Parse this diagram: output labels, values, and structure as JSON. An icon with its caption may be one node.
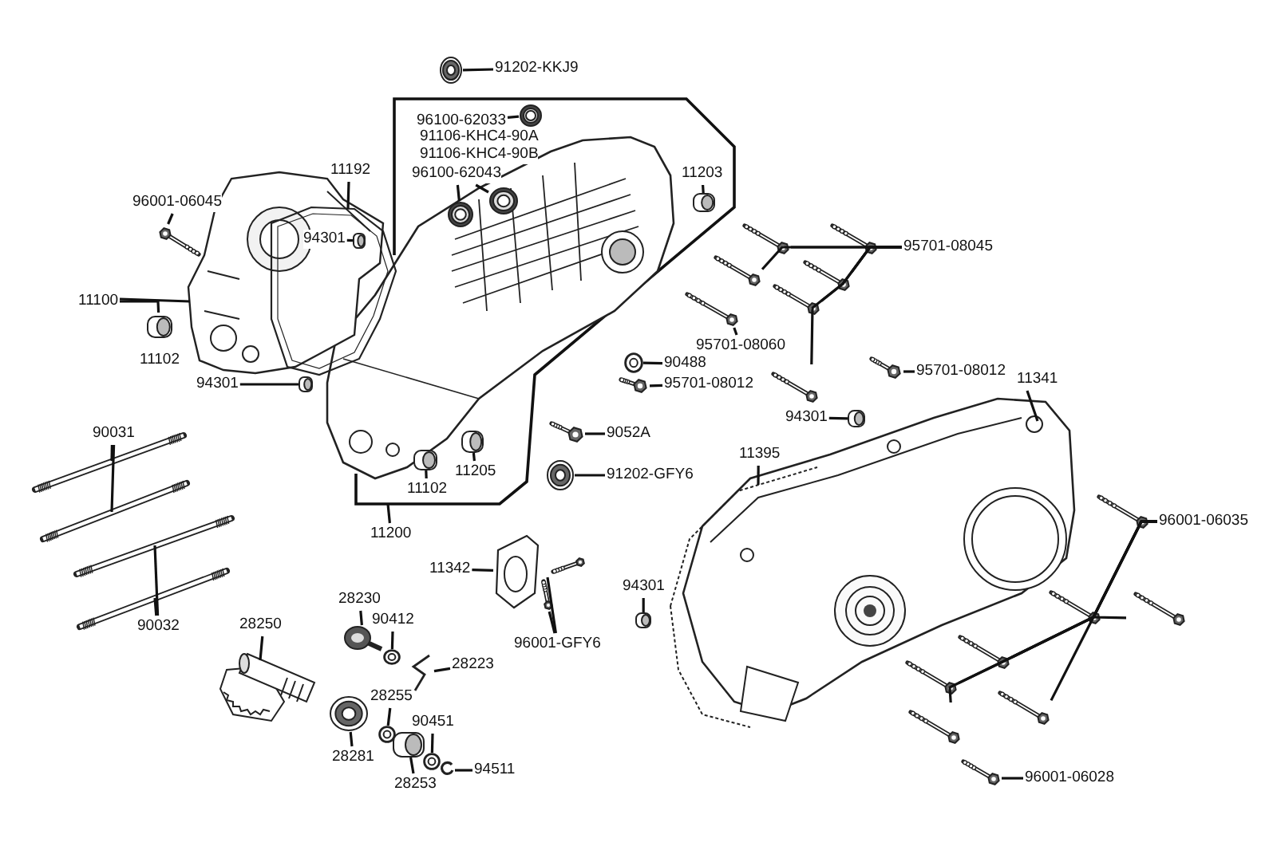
{
  "diagram": {
    "nodes": [
      {
        "text": [
          "91202-KKJ9"
        ]
      },
      {
        "text": [],
        "shape": "picture"
      },
      {
        "text": [
          "96100-62033"
        ]
      },
      {
        "text": [],
        "shape": "picture"
      },
      {
        "text": [
          "96100-62043"
        ]
      },
      {
        "text": [],
        "shape": "picture"
      },
      {
        "text": [],
        "shape": "picture"
      },
      {
        "text": [
          "11192"
        ]
      },
      {
        "text": [],
        "shape": "picture"
      },
      {
        "text": [
          "96001-06045"
        ]
      },
      {
        "text": [],
        "shape": "picture"
      },
      {
        "text": [
          "94301"
        ],
        "in": 8
      },
      {
        "text": [],
        "shape": "picture",
        "in": 8
      },
      {
        "text": [
          "11100"
        ]
      },
      {
        "text": [],
        "shape": "picture"
      },
      {
        "text": [
          "11102"
        ]
      },
      {
        "text": [
          "94301"
        ]
      },
      {
        "text": [],
        "shape": "picture"
      },
      {
        "text": [
          "11203"
        ]
      },
      {
        "text": [],
        "shape": "picture"
      },
      {
        "text": [
          "11205"
        ]
      },
      {
        "text": [],
        "shape": "picture"
      },
      {
        "text": [
          "11102"
        ]
      },
      {
        "text": [],
        "shape": "picture"
      },
      {
        "text": [
          "90031"
        ]
      },
      {
        "text": [],
        "shape": "picture"
      },
      {
        "text": [],
        "shape": "picture"
      },
      {
        "text": [],
        "shape": "picture"
      },
      {
        "text": [],
        "shape": "picture"
      },
      {
        "text": [
          "90032"
        ]
      },
      {
        "text": [
          "28250"
        ]
      },
      {
        "text": [],
        "shape": "picture"
      },
      {
        "text": [
          "28230"
        ]
      },
      {
        "text": [],
        "shape": "picture"
      },
      {
        "text": [
          "90412"
        ]
      },
      {
        "text": [],
        "shape": "picture"
      },
      {
        "text": [
          "28223"
        ]
      },
      {
        "text": [],
        "shape": "picture"
      },
      {
        "text": [
          "28255"
        ]
      },
      {
        "text": [],
        "shape": "picture"
      },
      {
        "text": [],
        "shape": "picture"
      },
      {
        "text": [
          "28281"
        ]
      },
      {
        "text": [
          "90451"
        ]
      },
      {
        "text": [],
        "shape": "picture"
      },
      {
        "text": [],
        "shape": "picture"
      },
      {
        "text": [
          "28253"
        ]
      },
      {
        "text": [
          "94511"
        ]
      },
      {
        "text": [],
        "shape": "picture"
      },
      {
        "text": [
          "11342"
        ]
      },
      {
        "text": [],
        "shape": "picture"
      },
      {
        "text": [
          "96001-GFY6"
        ]
      },
      {
        "text": [],
        "shape": "picture"
      },
      {
        "text": [],
        "shape": "picture"
      },
      {
        "text": [
          "94301"
        ]
      },
      {
        "text": [],
        "shape": "picture"
      },
      {
        "text": [
          "95701-08045"
        ]
      },
      {
        "text": [],
        "shape": "picture"
      },
      {
        "text": [],
        "shape": "picture"
      },
      {
        "text": [],
        "shape": "picture"
      },
      {
        "text": [],
        "shape": "picture"
      },
      {
        "text": [],
        "shape": "picture"
      },
      {
        "text": [],
        "shape": "picture"
      },
      {
        "text": [
          "95701-08060"
        ]
      },
      {
        "text": [],
        "shape": "picture"
      },
      {
        "text": [
          "90488"
        ]
      },
      {
        "text": [],
        "shape": "picture"
      },
      {
        "text": [
          "95701-08012"
        ]
      },
      {
        "text": [],
        "shape": "picture"
      },
      {
        "text": [
          "9052A"
        ]
      },
      {
        "text": [],
        "shape": "picture"
      },
      {
        "text": [
          "91202-GFY6"
        ]
      },
      {
        "text": [],
        "shape": "picture"
      },
      {
        "text": [
          "95701-08012"
        ]
      },
      {
        "text": [],
        "shape": "picture"
      },
      {
        "text": [
          "94301"
        ]
      },
      {
        "text": [],
        "shape": "picture"
      },
      {
        "text": [
          "11341"
        ]
      },
      {
        "text": [],
        "shape": "picture"
      },
      {
        "text": [
          "11395"
        ]
      },
      {
        "text": [],
        "shape": "picture"
      },
      {
        "text": [
          "96001-06035"
        ]
      },
      {
        "text": [],
        "shape": "picture"
      },
      {
        "text": [],
        "shape": "picture"
      },
      {
        "text": [],
        "shape": "picture"
      },
      {
        "text": [],
        "shape": "picture"
      },
      {
        "text": [],
        "shape": "picture"
      },
      {
        "text": [],
        "shape": "picture"
      },
      {
        "text": [],
        "shape": "picture"
      },
      {
        "text": [
          "96001-06028"
        ]
      },
      {
        "text": [],
        "shape": "picture"
      },
      {
        "text": [
          "11200"
        ]
      }
    ],
    "edges": [
      {
        "from": 0,
        "to": 1,
        "arrow": "none"
      },
      {
        "from": 2,
        "to": 3,
        "arrow": "none"
      },
      {
        "from": 4,
        "to": 5,
        "arrow": "none"
      },
      {
        "from": 4,
        "to": 6,
        "arrow": "none"
      },
      {
        "from": 7,
        "to": 8,
        "arrow": "none"
      },
      {
        "from": 9,
        "to": 10,
        "arrow": "none"
      },
      {
        "from": 11,
        "to": 12,
        "arrow": "none"
      },
      {
        "from": 13,
        "to": 14,
        "arrow": "none"
      },
      {
        "from": 13,
        "to": 15,
        "arrow": "none"
      },
      {
        "from": 16,
        "to": 17,
        "arrow": "none"
      },
      {
        "from": 18,
        "to": 19,
        "arrow": "none"
      },
      {
        "from": 20,
        "to": 21,
        "arrow": "none"
      },
      {
        "from": 22,
        "to": 23,
        "arrow": "none"
      },
      {
        "from": 24,
        "to": 25,
        "arrow": "none"
      },
      {
        "from": 24,
        "to": 26,
        "arrow": "none"
      },
      {
        "from": 29,
        "to": 28,
        "arrow": "none"
      },
      {
        "from": 29,
        "to": 27,
        "arrow": "none"
      },
      {
        "from": 30,
        "to": 31,
        "arrow": "none"
      },
      {
        "from": 32,
        "to": 33,
        "arrow": "none"
      },
      {
        "from": 34,
        "to": 35,
        "arrow": "none"
      },
      {
        "from": 36,
        "to": 37,
        "arrow": "none"
      },
      {
        "from": 38,
        "to": 39,
        "arrow": "none"
      },
      {
        "from": 41,
        "to": 40,
        "arrow": "none"
      },
      {
        "from": 42,
        "to": 43,
        "arrow": "none"
      },
      {
        "from": 45,
        "to": 44,
        "arrow": "none"
      },
      {
        "from": 46,
        "to": 47,
        "arrow": "none"
      },
      {
        "from": 48,
        "to": 49,
        "arrow": "none"
      },
      {
        "from": 50,
        "to": 52,
        "arrow": "none"
      },
      {
        "from": 50,
        "to": 51,
        "arrow": "none"
      },
      {
        "from": 53,
        "to": 54,
        "arrow": "none"
      },
      {
        "from": 55,
        "to": 58,
        "arrow": "none"
      },
      {
        "from": 55,
        "to": 56,
        "arrow": "none"
      },
      {
        "from": 55,
        "to": 57,
        "arrow": "none"
      },
      {
        "from": 55,
        "to": 59,
        "arrow": "none"
      },
      {
        "from": 55,
        "to": 60,
        "arrow": "none"
      },
      {
        "from": 55,
        "to": 61,
        "arrow": "none"
      },
      {
        "from": 62,
        "to": 63,
        "arrow": "none"
      },
      {
        "from": 64,
        "to": 65,
        "arrow": "none"
      },
      {
        "from": 66,
        "to": 67,
        "arrow": "none"
      },
      {
        "from": 68,
        "to": 69,
        "arrow": "none"
      },
      {
        "from": 70,
        "to": 71,
        "arrow": "none"
      },
      {
        "from": 72,
        "to": 73,
        "arrow": "none"
      },
      {
        "from": 74,
        "to": 75,
        "arrow": "none"
      },
      {
        "from": 76,
        "to": 77,
        "arrow": "none"
      },
      {
        "from": 78,
        "to": 79,
        "arrow": "none"
      },
      {
        "from": 80,
        "to": 81,
        "arrow": "none"
      },
      {
        "from": 80,
        "to": 82,
        "arrow": "none"
      },
      {
        "from": 80,
        "to": 83,
        "arrow": "none"
      },
      {
        "from": 80,
        "to": 84,
        "arrow": "none"
      },
      {
        "from": 80,
        "to": 85,
        "arrow": "none"
      },
      {
        "from": 80,
        "to": 86,
        "arrow": "none"
      },
      {
        "from": 80,
        "to": 87,
        "arrow": "none"
      },
      {
        "from": 88,
        "to": 89,
        "arrow": "none"
      },
      {
        "from": 90,
        "to": null,
        "arrow": "none"
      }
    ],
    "labels": [
      "91106-KHC4-90A",
      "91106-KHC4-90B"
    ]
  }
}
